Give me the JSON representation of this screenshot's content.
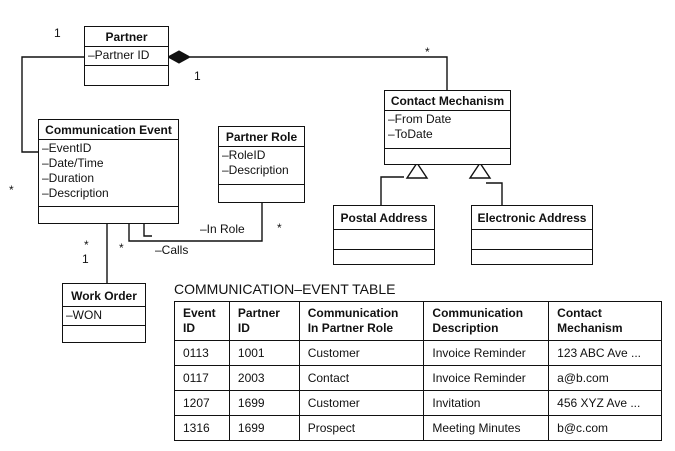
{
  "diagram": {
    "classes": {
      "partner": {
        "name": "Partner",
        "attributes": [
          "–Partner ID"
        ]
      },
      "communication_event": {
        "name": "Communication Event",
        "attributes": [
          "–EventID",
          "–Date/Time",
          "–Duration",
          "–Description"
        ]
      },
      "partner_role": {
        "name": "Partner Role",
        "attributes": [
          "–RoleID",
          "–Description"
        ]
      },
      "contact_mechanism": {
        "name": "Contact Mechanism",
        "attributes": [
          "–From Date",
          "–ToDate"
        ]
      },
      "postal_address": {
        "name": "Postal Address",
        "attributes": []
      },
      "electronic_address": {
        "name": "Electronic Address",
        "attributes": []
      },
      "work_order": {
        "name": "Work Order",
        "attributes": [
          "–WON"
        ]
      }
    },
    "labels": {
      "partner_mult_top": "1",
      "partner_mult_right": "1",
      "contact_mult": "*",
      "comm_event_mult_left": "*",
      "in_role": "–In Role",
      "partner_role_mult": "*",
      "calls": "–Calls",
      "calls_mult": "*",
      "work_order_mult_star": "*",
      "work_order_mult_one": "1"
    }
  },
  "table": {
    "title": "COMMUNICATION–EVENT TABLE",
    "headers": [
      [
        "Event",
        "ID"
      ],
      [
        "Partner",
        "ID"
      ],
      [
        "Communication",
        "In Partner Role"
      ],
      [
        "Communication",
        "Description"
      ],
      [
        "Contact",
        "Mechanism"
      ]
    ],
    "rows": [
      [
        "0113",
        "1001",
        "Customer",
        "Invoice Reminder",
        "123 ABC Ave ..."
      ],
      [
        "0117",
        "2003",
        "Contact",
        "Invoice Reminder",
        "a@b.com"
      ],
      [
        "1207",
        "1699",
        "Customer",
        "Invitation",
        "456 XYZ Ave ..."
      ],
      [
        "1316",
        "1699",
        "Prospect",
        "Meeting Minutes",
        "b@c.com"
      ]
    ]
  }
}
